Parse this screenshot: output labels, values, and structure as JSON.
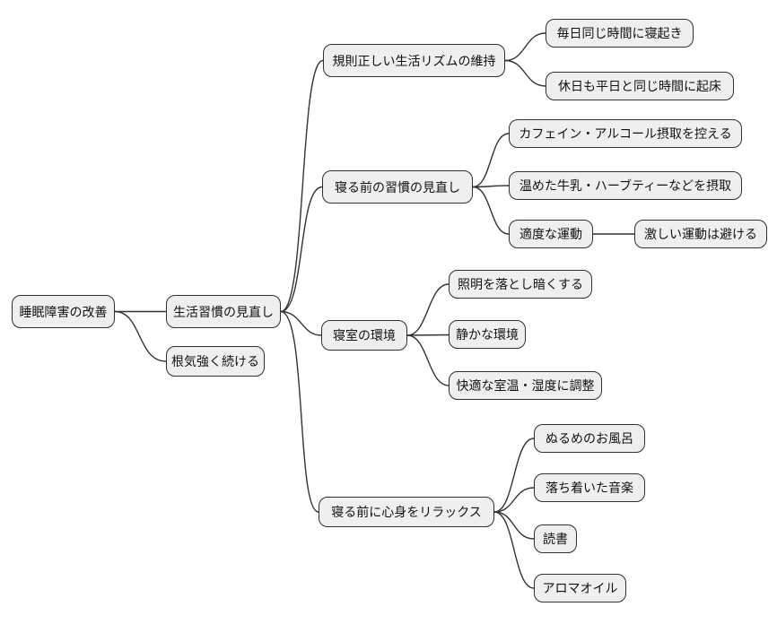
{
  "mindmap": {
    "root": {
      "label": "睡眠障害の改善",
      "children": [
        {
          "label": "生活習慣の見直し",
          "children": [
            {
              "label": "規則正しい生活リズムの維持",
              "children": [
                {
                  "label": "毎日同じ時間に寝起き"
                },
                {
                  "label": "休日も平日と同じ時間に起床"
                }
              ]
            },
            {
              "label": "寝る前の習慣の見直し",
              "children": [
                {
                  "label": "カフェイン・アルコール摂取を控える"
                },
                {
                  "label": "温めた牛乳・ハーブティーなどを摂取"
                },
                {
                  "label": "適度な運動",
                  "children": [
                    {
                      "label": "激しい運動は避ける"
                    }
                  ]
                }
              ]
            },
            {
              "label": "寝室の環境",
              "children": [
                {
                  "label": "照明を落とし暗くする"
                },
                {
                  "label": "静かな環境"
                },
                {
                  "label": "快適な室温・湿度に調整"
                }
              ]
            },
            {
              "label": "寝る前に心身をリラックス",
              "children": [
                {
                  "label": "ぬるめのお風呂"
                },
                {
                  "label": "落ち着いた音楽"
                },
                {
                  "label": "読書"
                },
                {
                  "label": "アロマオイル"
                }
              ]
            }
          ]
        },
        {
          "label": "根気強く続ける"
        }
      ]
    },
    "style": {
      "background": "#ffffff",
      "node_fill": "#efefef",
      "node_border": "#2f2f2f",
      "edge_color": "#333333",
      "text_color": "#111111"
    }
  }
}
